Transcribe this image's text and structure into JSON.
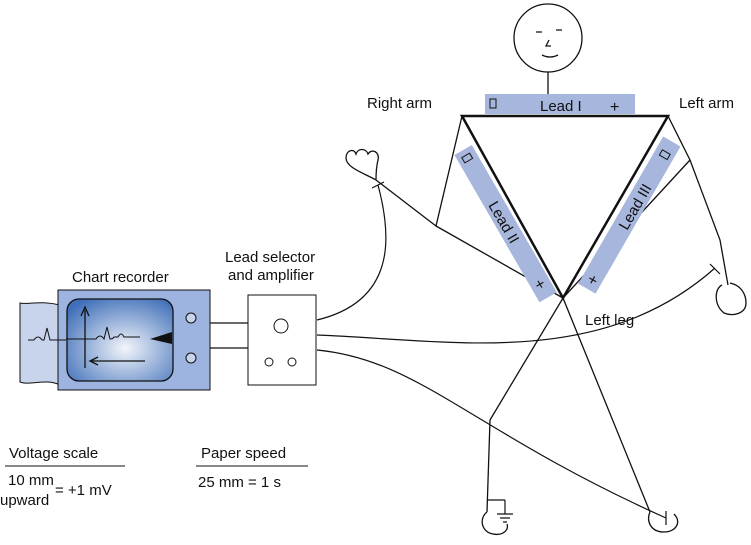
{
  "labels": {
    "right_arm": "Right arm",
    "left_arm": "Left arm",
    "left_leg": "Left leg",
    "lead_1": "Lead I",
    "lead_2": "Lead II",
    "lead_3": "Lead III",
    "plus": "+",
    "chart_recorder": "Chart recorder",
    "lead_selector_line1": "Lead selector",
    "lead_selector_line2": "and amplifier",
    "voltage_scale_title": "Voltage scale",
    "voltage_scale_line1": "10 mm",
    "voltage_scale_line2": "upward",
    "voltage_scale_value": "= +1 mV",
    "paper_speed_title": "Paper speed",
    "paper_speed_value": "25 mm = 1 s"
  },
  "colors": {
    "lead_bar": "#a7b6dc",
    "recorder_body": "#9db3e0",
    "screen_dark": "#3f6fb8"
  }
}
